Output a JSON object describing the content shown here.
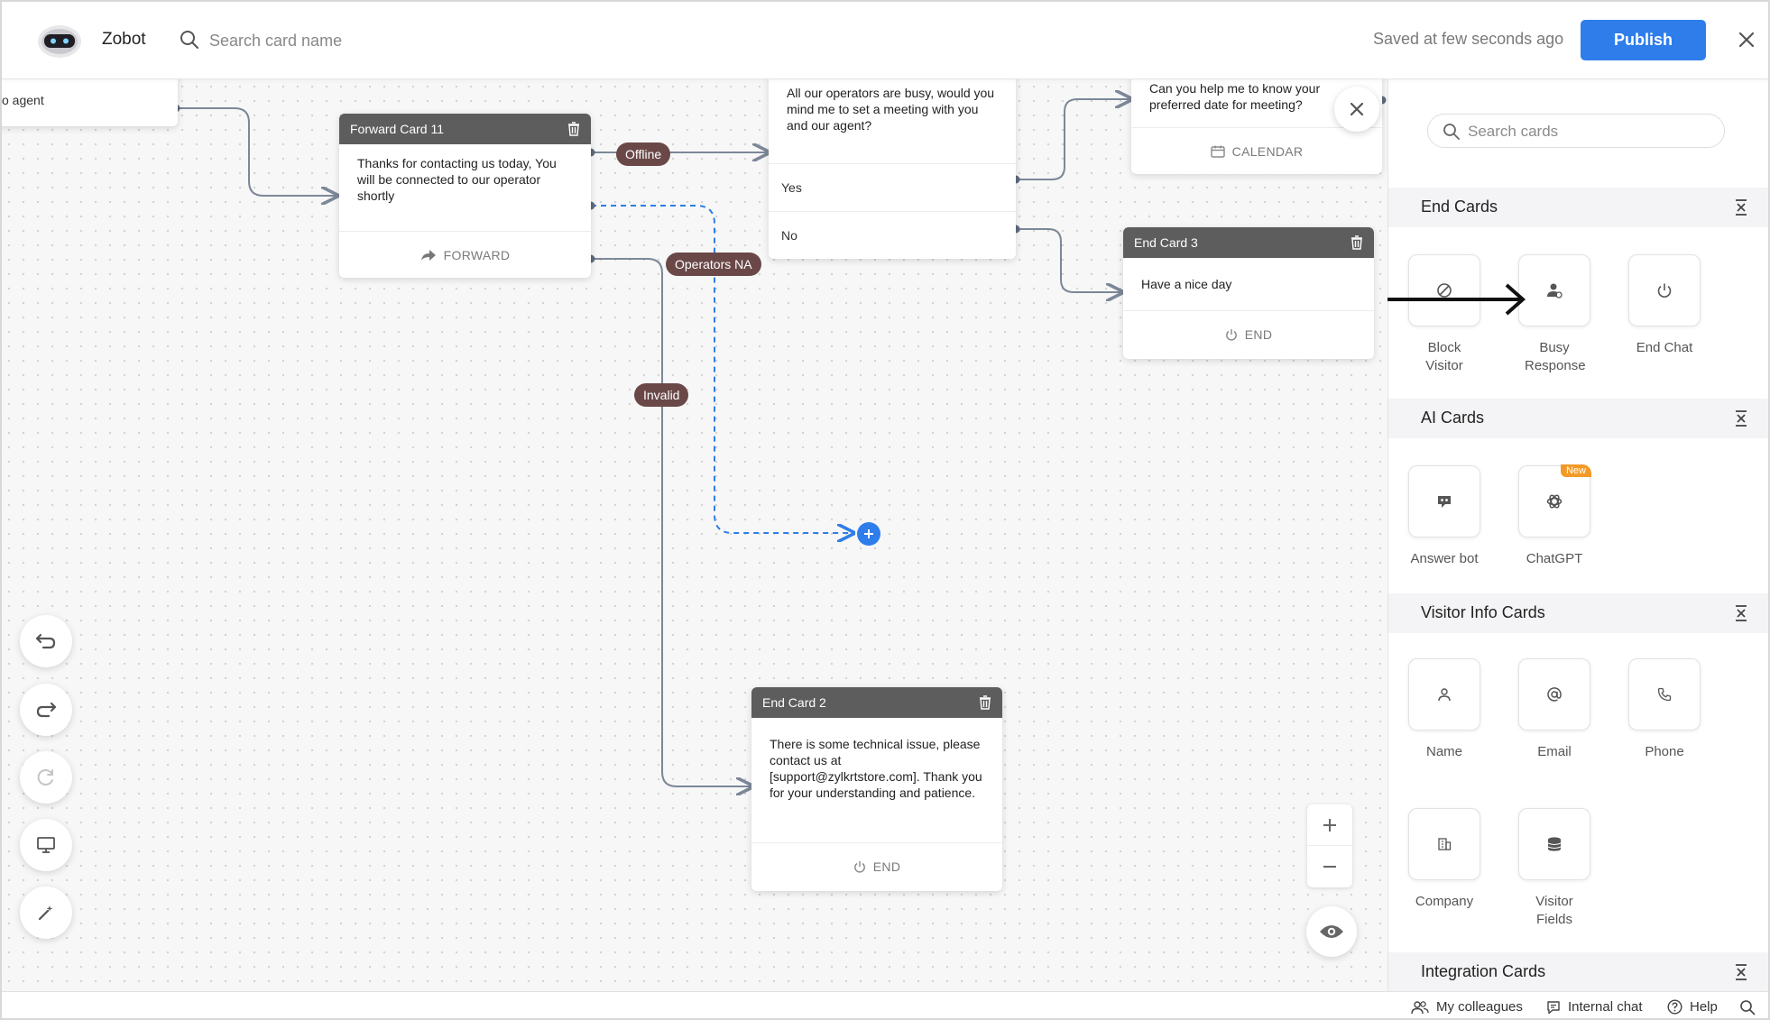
{
  "header": {
    "app_name": "Zobot",
    "search_placeholder": "Search card name",
    "saved_status": "Saved at few seconds ago",
    "publish_label": "Publish"
  },
  "canvas": {
    "partial_card_text": "o agent",
    "forward_card": {
      "title": "Forward Card 11",
      "body": "Thanks for contacting us today, You will be connected to our operator shortly",
      "footer": "FORWARD"
    },
    "busy_card": {
      "body": "All our operators are busy, would you mind me to set a meeting with you and our agent?",
      "options": [
        "Yes",
        "No"
      ]
    },
    "calendar_card": {
      "body": "Can you help me to know your preferred date for meeting?",
      "footer": "CALENDAR"
    },
    "end_card_3": {
      "title": "End Card 3",
      "body": "Have a nice day",
      "footer": "END"
    },
    "end_card_2": {
      "title": "End Card 2",
      "body": "There is some technical issue, please contact us at [support@zylkrtstore.com]. Thank you for your understanding and patience.",
      "footer": "END"
    },
    "connections": {
      "offline": "Offline",
      "operators_na": "Operators NA",
      "invalid": "Invalid"
    }
  },
  "panel": {
    "search_placeholder": "Search cards",
    "sections": {
      "end_cards": {
        "title": "End Cards",
        "items": [
          {
            "label": "Block Visitor",
            "icon": "block-icon"
          },
          {
            "label": "Busy Response",
            "icon": "busy-user-icon"
          },
          {
            "label": "End Chat",
            "icon": "power-icon"
          }
        ]
      },
      "ai_cards": {
        "title": "AI Cards",
        "items": [
          {
            "label": "Answer bot",
            "icon": "answer-bot-icon"
          },
          {
            "label": "ChatGPT",
            "icon": "chatgpt-icon",
            "badge": "New"
          }
        ]
      },
      "visitor_info_cards": {
        "title": "Visitor Info Cards",
        "items": [
          {
            "label": "Name",
            "icon": "person-icon"
          },
          {
            "label": "Email",
            "icon": "at-icon"
          },
          {
            "label": "Phone",
            "icon": "phone-icon"
          },
          {
            "label": "Company",
            "icon": "building-icon"
          },
          {
            "label": "Visitor Fields",
            "icon": "database-icon"
          }
        ]
      },
      "integration_cards": {
        "title": "Integration Cards"
      }
    }
  },
  "footer": {
    "my_colleagues": "My colleagues",
    "internal_chat": "Internal chat",
    "help": "Help"
  },
  "colors": {
    "accent": "#2e7dea",
    "card_header": "#5d5d5d",
    "pill": "#6b4848",
    "badge": "#f29a27",
    "connector": "#7c8798"
  }
}
